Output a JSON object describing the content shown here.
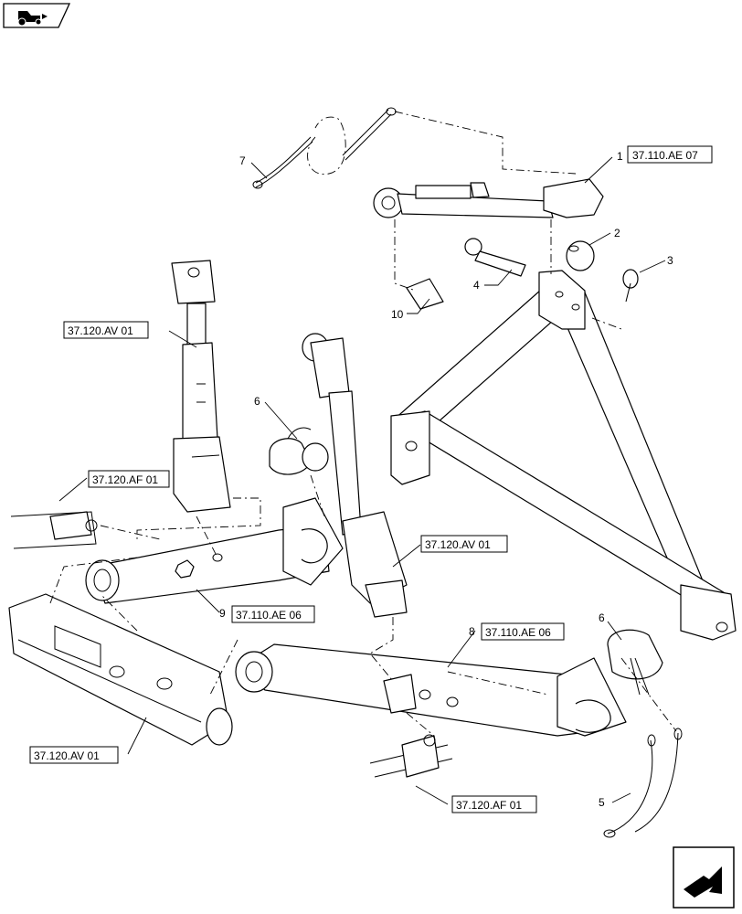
{
  "callouts": {
    "c1": "1",
    "c2": "2",
    "c3": "3",
    "c4": "4",
    "c5": "5",
    "c6a": "6",
    "c6b": "6",
    "c7": "7",
    "c8": "8",
    "c9": "9",
    "c10": "10"
  },
  "references": {
    "ref_top_link": "37.110.AE 07",
    "ref_left_upper_link": "37.120.AV 01",
    "ref_left_pivot": "37.120.AF 01",
    "ref_lower_arm_left": "37.110.AE 06",
    "ref_right_upper_link": "37.120.AV 01",
    "ref_lower_arm_right": "37.110.AE 06",
    "ref_bottom_beam": "37.120.AV 01",
    "ref_bottom_pivot": "37.120.AF 01"
  },
  "icons": {
    "top_left": "tractor-icon",
    "bottom_right": "next-page-arrow-icon"
  }
}
